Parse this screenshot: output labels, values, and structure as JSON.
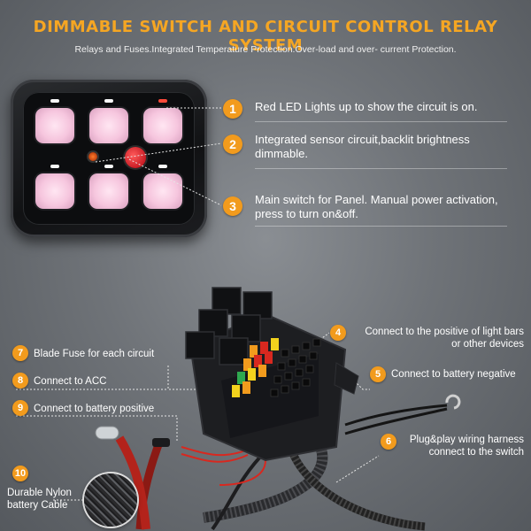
{
  "header": {
    "title": "DIMMABLE SWITCH AND CIRCUIT CONTROL RELAY SYSTEM",
    "subtitle": "Relays and Fuses.Integrated Temperature Protection.Over-load and over- current Protection."
  },
  "panel_features": [
    {
      "number": "1",
      "text": "Red LED Lights up to show the circuit is on."
    },
    {
      "number": "2",
      "text_line1": "Integrated sensor circuit,backlit brightness",
      "text_line2": "dimmable."
    },
    {
      "number": "3",
      "text_line1": "Main switch for Panel. Manual power activation,",
      "text_line2": "press to turn on&off."
    }
  ],
  "callouts": {
    "c4": {
      "number": "4",
      "line1": "Connect to the positive of light bars",
      "line2": "or other devices"
    },
    "c5": {
      "number": "5",
      "text": "Connect to battery negative"
    },
    "c6": {
      "number": "6",
      "line1": "Plug&play wiring harness",
      "line2": "connect to the switch"
    },
    "c7": {
      "number": "7",
      "text": "Blade Fuse for each circuit"
    },
    "c8": {
      "number": "8",
      "text": "Connect to ACC"
    },
    "c9": {
      "number": "9",
      "text": "Connect to battery positive"
    },
    "c10": {
      "number": "10",
      "line1": "Durable Nylon",
      "line2": "battery Cable"
    }
  },
  "colors": {
    "accent": "#f29b1d",
    "title": "#f5a623",
    "button_glow": "#f6c6de",
    "main_switch": "#c81d25"
  }
}
